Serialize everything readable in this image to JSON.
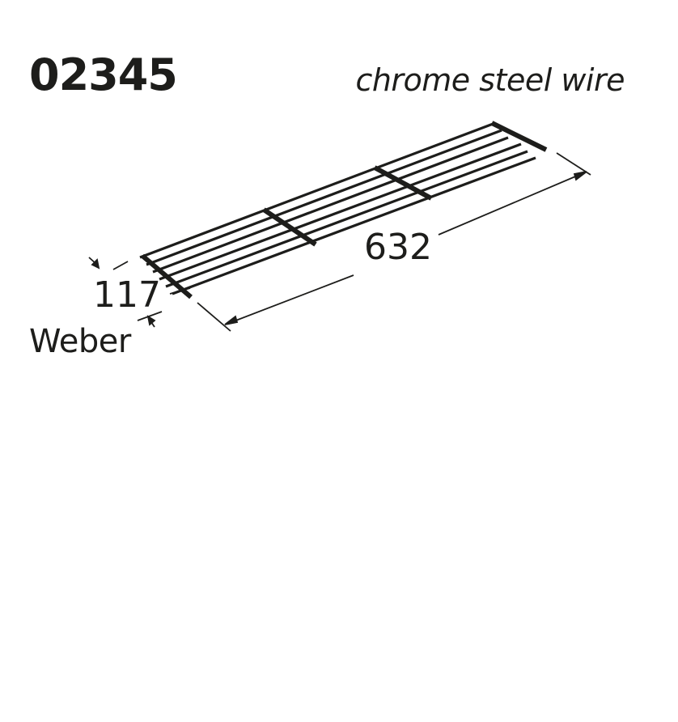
{
  "part_number": "02345",
  "material": "chrome steel wire",
  "dimensions": {
    "length": "632",
    "width": "117"
  },
  "brand": "Weber"
}
